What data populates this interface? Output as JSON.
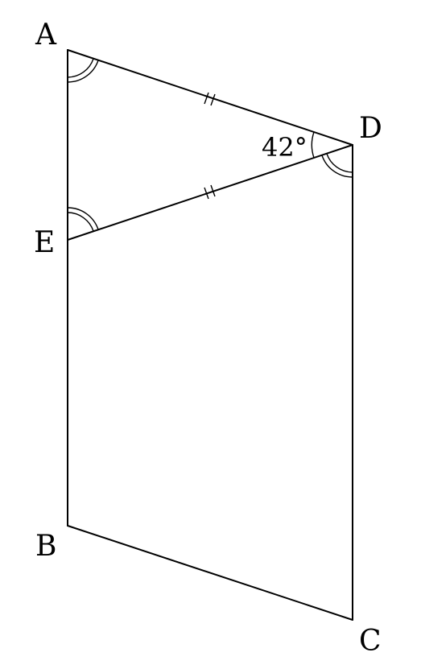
{
  "labels": {
    "A": "A",
    "B": "B",
    "C": "C",
    "D": "D",
    "E": "E"
  },
  "angle_label": "42°"
}
